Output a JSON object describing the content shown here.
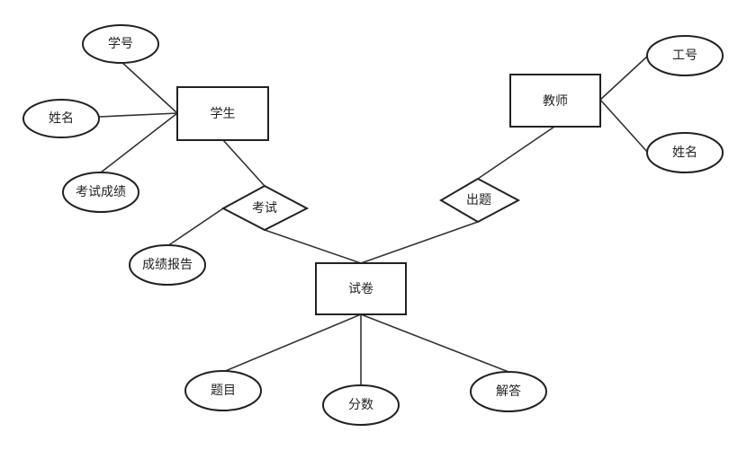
{
  "entities": {
    "student": "学生",
    "teacher": "教师",
    "paper": "试卷"
  },
  "relationships": {
    "exam": "考试",
    "set_questions": "出题"
  },
  "attributes": {
    "student_id": "学号",
    "student_name": "姓名",
    "exam_score": "考试成绩",
    "score_report": "成绩报告",
    "teacher_id": "工号",
    "teacher_name": "姓名",
    "questions": "题目",
    "score": "分数",
    "answers": "解答"
  }
}
